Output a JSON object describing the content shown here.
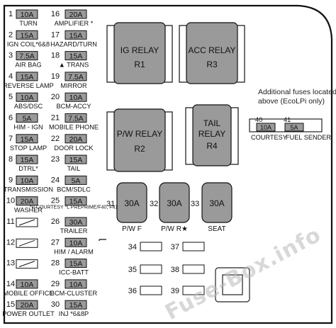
{
  "left_fuses": [
    {
      "left": {
        "num": "1",
        "amp": "10A",
        "name": "TURN"
      },
      "right": {
        "num": "16",
        "amp": "20A",
        "name": "AMPLIFIER *"
      }
    },
    {
      "left": {
        "num": "2",
        "amp": "15A",
        "name": "IGN COIL*6&8"
      },
      "right": {
        "num": "17",
        "amp": "15A",
        "name": "HAZARD/TURN"
      }
    },
    {
      "left": {
        "num": "3",
        "amp": "7.5A",
        "name": "AIR BAG"
      },
      "right": {
        "num": "18",
        "amp": "15A",
        "name": "▲ TRANS"
      }
    },
    {
      "left": {
        "num": "4",
        "amp": "15A",
        "name": "REVERSE LAMP"
      },
      "right": {
        "num": "19",
        "amp": "7.5A",
        "name": "MIRROR"
      }
    },
    {
      "left": {
        "num": "5",
        "amp": "10A",
        "name": "ABS/DSC"
      },
      "right": {
        "num": "20",
        "amp": "10A",
        "name": "BCM-ACCY"
      }
    },
    {
      "left": {
        "num": "6",
        "amp": "5A",
        "name": "HIM - IGN"
      },
      "right": {
        "num": "21",
        "amp": "7.5A",
        "name": "MOBILE PHONE"
      }
    },
    {
      "left": {
        "num": "7",
        "amp": "15A",
        "name": "STOP LAMP"
      },
      "right": {
        "num": "22",
        "amp": "20A",
        "name": "DOOR LOCK"
      }
    },
    {
      "left": {
        "num": "8",
        "amp": "15A",
        "name": "DTRL*"
      },
      "right": {
        "num": "23",
        "amp": "15A",
        "name": "TAIL"
      }
    },
    {
      "left": {
        "num": "9",
        "amp": "10A",
        "name": "TRANSMISSION"
      },
      "right": {
        "num": "24",
        "amp": "5A",
        "name": "BCM/SDLC"
      }
    },
    {
      "left": {
        "num": "10",
        "amp": "20A",
        "name": "WASHER"
      },
      "right": {
        "num": "25",
        "amp": "15A",
        "name": "*P COURTESY *L PREPRIME/F40, F41"
      }
    },
    {
      "left": {
        "num": "11",
        "amp": "",
        "name": ""
      },
      "right": {
        "num": "26",
        "amp": "30A",
        "name": "TRAILER"
      }
    },
    {
      "left": {
        "num": "12",
        "amp": "",
        "name": ""
      },
      "right": {
        "num": "27",
        "amp": "10A",
        "name": "HIM / ALARM"
      }
    },
    {
      "left": {
        "num": "13",
        "amp": "",
        "name": ""
      },
      "right": {
        "num": "28",
        "amp": "15A",
        "name": "ICC-BATT"
      }
    },
    {
      "left": {
        "num": "14",
        "amp": "10A",
        "name": "MOBILE OFFICE"
      },
      "right": {
        "num": "29",
        "amp": "10A",
        "name": "BCM-CLUSTER"
      }
    },
    {
      "left": {
        "num": "15",
        "amp": "20A",
        "name": "POWER OUTLET"
      },
      "right": {
        "num": "30",
        "amp": "15A",
        "name": "INJ *6&8P"
      }
    }
  ],
  "relays": [
    {
      "line1": "IG RELAY",
      "line2": "R1"
    },
    {
      "line1": "ACC RELAY",
      "line2": "R3"
    },
    {
      "line1": "P/W RELAY",
      "line2": "R2"
    },
    {
      "line1": "TAIL",
      "line1b": "RELAY",
      "line2": "R4"
    }
  ],
  "note": {
    "line1": "Additional fuses located",
    "line2": "above (EcoLPi only)"
  },
  "extra_fuses": [
    {
      "num": "40",
      "amp": "10A",
      "name": "COURTESY"
    },
    {
      "num": "41",
      "amp": "5A",
      "name": "FUEL SENDER"
    }
  ],
  "big_fuses": [
    {
      "num": "31",
      "amp": "30A",
      "name": "P/W F"
    },
    {
      "num": "32",
      "amp": "30A",
      "name": "P/W R★"
    },
    {
      "num": "33",
      "amp": "30A",
      "name": "SEAT"
    }
  ],
  "slots": [
    {
      "num": "34"
    },
    {
      "num": "37"
    },
    {
      "num": "35"
    },
    {
      "num": "38"
    },
    {
      "num": "36"
    },
    {
      "num": "39"
    }
  ],
  "watermark": "Fuse-Box.info"
}
